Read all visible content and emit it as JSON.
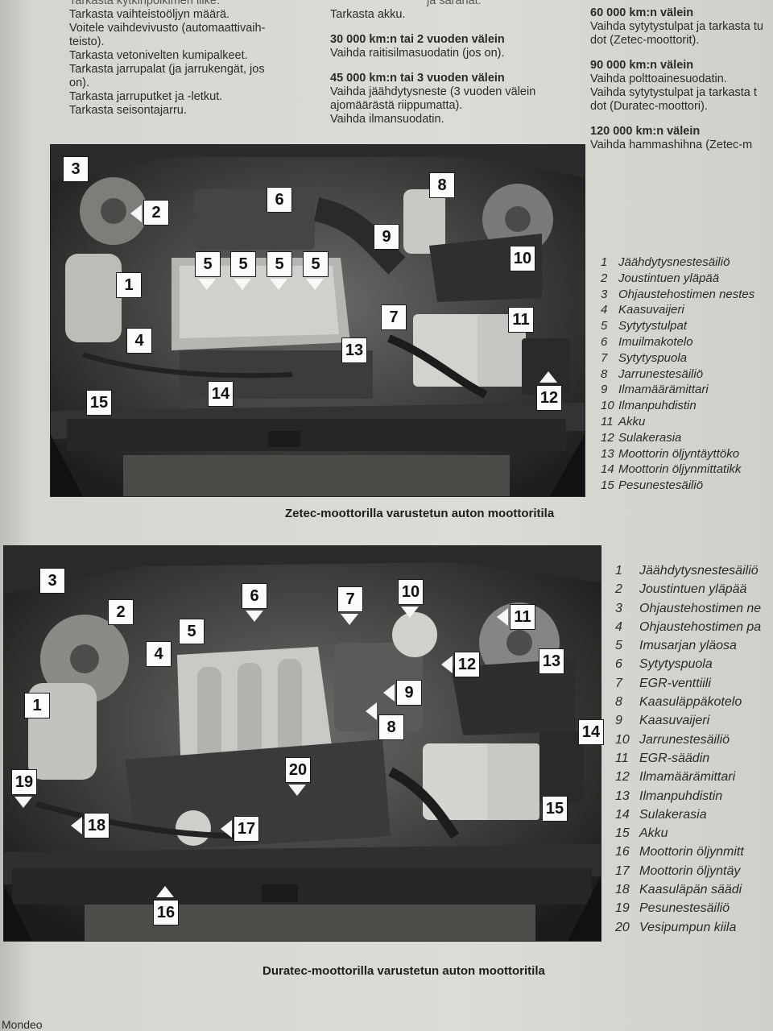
{
  "top_text": {
    "col1": [
      "Tarkasta kytkinpolkimen liike.",
      "Tarkasta vaihteistoöljyn määrä.",
      "Voitele vaihdevivusto (automaattivaih-",
      "teisto).",
      "Tarkasta vetonivelten kumipalkeet.",
      "Tarkasta jarrupalat (ja jarrukengät, jos",
      "on).",
      "Tarkasta jarruputket ja -letkut.",
      "Tarkasta seisontajarru."
    ],
    "col2": {
      "intro": [
        "ja saranat.",
        "Tarkasta akku."
      ],
      "section1_heading": "30 000 km:n tai 2 vuoden välein",
      "section1_lines": [
        "Vaihda raitisilmasuodatin (jos on)."
      ],
      "section2_heading": "45 000 km:n tai 3 vuoden välein",
      "section2_lines": [
        "Vaihda jäähdytysneste (3 vuoden välein",
        "ajomäärästä riippumatta).",
        "Vaihda ilmansuodatin."
      ]
    },
    "col3": {
      "s1_heading": "60 000 km:n välein",
      "s1_lines": [
        "Vaihda sytytystulpat ja tarkasta tu",
        "dot (Zetec-moottorit)."
      ],
      "s2_heading": "90 000 km:n välein",
      "s2_lines": [
        "Vaihda polttoainesuodatin.",
        "Vaihda sytytystulpat ja tarkasta t",
        "dot (Duratec-moottori)."
      ],
      "s3_heading": "120 000 km:n välein",
      "s3_lines": [
        "Vaihda hammashihna (Zetec-m"
      ]
    }
  },
  "figure1": {
    "caption": "Zetec-moottorilla varustetun auton moottoritila",
    "markers": [
      "3",
      "2",
      "6",
      "8",
      "9",
      "10",
      "5",
      "5",
      "5",
      "5",
      "1",
      "7",
      "11",
      "4",
      "13",
      "12",
      "14",
      "15"
    ],
    "legend": [
      {
        "num": "1",
        "label": "Jäähdytysnestesäiliö"
      },
      {
        "num": "2",
        "label": "Joustintuen yläpää"
      },
      {
        "num": "3",
        "label": "Ohjaustehostimen nestes"
      },
      {
        "num": "4",
        "label": "Kaasuvaijeri"
      },
      {
        "num": "5",
        "label": "Sytytystulpat"
      },
      {
        "num": "6",
        "label": "Imuilmakotelo"
      },
      {
        "num": "7",
        "label": "Sytytyspuola"
      },
      {
        "num": "8",
        "label": "Jarrunestesäiliö"
      },
      {
        "num": "9",
        "label": "Ilmamäärämittari"
      },
      {
        "num": "10",
        "label": "Ilmanpuhdistin"
      },
      {
        "num": "11",
        "label": "Akku"
      },
      {
        "num": "12",
        "label": "Sulakerasia"
      },
      {
        "num": "13",
        "label": "Moottorin öljyntäyttöko"
      },
      {
        "num": "14",
        "label": "Moottorin öljynmittatikk"
      },
      {
        "num": "15",
        "label": "Pesunestesäiliö"
      }
    ]
  },
  "figure2": {
    "caption": "Duratec-moottorilla varustetun auton moottoritila",
    "markers": [
      "3",
      "2",
      "6",
      "7",
      "10",
      "11",
      "5",
      "4",
      "12",
      "13",
      "9",
      "1",
      "8",
      "14",
      "20",
      "15",
      "19",
      "18",
      "17",
      "16"
    ],
    "legend": [
      {
        "num": "1",
        "label": "Jäähdytysnestesäiliö"
      },
      {
        "num": "2",
        "label": "Joustintuen yläpää"
      },
      {
        "num": "3",
        "label": "Ohjaustehostimen ne"
      },
      {
        "num": "4",
        "label": "Ohjaustehostimen pa"
      },
      {
        "num": "5",
        "label": "Imusarjan yläosa"
      },
      {
        "num": "6",
        "label": "Sytytyspuola"
      },
      {
        "num": "7",
        "label": "EGR-venttiili"
      },
      {
        "num": "8",
        "label": "Kaasuläppäkotelo"
      },
      {
        "num": "9",
        "label": "Kaasuvaijeri"
      },
      {
        "num": "10",
        "label": "Jarrunestesäiliö"
      },
      {
        "num": "11",
        "label": "EGR-säädin"
      },
      {
        "num": "12",
        "label": "Ilmamäärämittari"
      },
      {
        "num": "13",
        "label": "Ilmanpuhdistin"
      },
      {
        "num": "14",
        "label": "Sulakerasia"
      },
      {
        "num": "15",
        "label": "Akku"
      },
      {
        "num": "16",
        "label": "Moottorin öljynmitt"
      },
      {
        "num": "17",
        "label": "Moottorin öljyntäy"
      },
      {
        "num": "18",
        "label": "Kaasuläpän säädi"
      },
      {
        "num": "19",
        "label": "Pesunestesäiliö"
      },
      {
        "num": "20",
        "label": "Vesipumpun kiila"
      }
    ]
  },
  "footer": "Mondeo"
}
